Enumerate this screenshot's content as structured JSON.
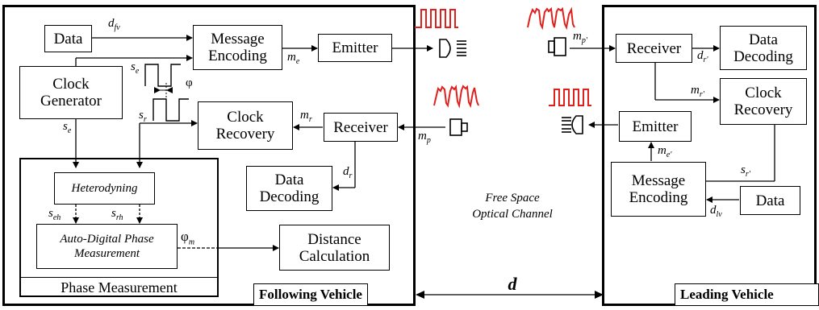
{
  "following": {
    "title": "Following Vehicle",
    "data": "Data",
    "message_encoding": "Message\nEncoding",
    "emitter": "Emitter",
    "clock_generator": "Clock\nGenerator",
    "clock_recovery": "Clock\nRecovery",
    "receiver": "Receiver",
    "data_decoding": "Data\nDecoding",
    "heterodyning": "Heterodyning",
    "phase_measurement_block": "Auto-Digital Phase\nMeasurement",
    "phase_measurement_title": "Phase Measurement",
    "distance_calculation": "Distance\nCalculation",
    "labels": {
      "d_fv": "d",
      "d_fv_sub": "fv",
      "m_e": "m",
      "m_e_sub": "e",
      "s_e_top": "s",
      "s_e_top_sub": "e",
      "s_e": "s",
      "s_e_sub": "e",
      "s_r": "s",
      "s_r_sub": "r",
      "phi": "φ",
      "m_r": "m",
      "m_r_sub": "r",
      "m_p": "m",
      "m_p_sub": "p",
      "d_r": "d",
      "d_r_sub": "r",
      "s_eh": "s",
      "s_eh_sub": "eh",
      "s_rh": "s",
      "s_rh_sub": "rh",
      "phi_m": "φ",
      "phi_m_sub": "m"
    }
  },
  "leading": {
    "title": "Leading Vehicle",
    "receiver": "Receiver",
    "data_decoding": "Data\nDecoding",
    "clock_recovery": "Clock\nRecovery",
    "emitter": "Emitter",
    "message_encoding": "Message\nEncoding",
    "data": "Data",
    "labels": {
      "m_p_prime": "m",
      "m_p_prime_sub": "p'",
      "d_r_prime": "d",
      "d_r_prime_sub": "r'",
      "m_r_prime": "m",
      "m_r_prime_sub": "r'",
      "m_e_prime": "m",
      "m_e_prime_sub": "e'",
      "s_r_prime": "s",
      "s_r_prime_sub": "r'",
      "d_lv": "d",
      "d_lv_sub": "lv"
    }
  },
  "channel": {
    "label": "Free Space\nOptical Channel",
    "distance": "d"
  },
  "colors": {
    "signal_red": "#e0201c",
    "line": "#000000"
  }
}
